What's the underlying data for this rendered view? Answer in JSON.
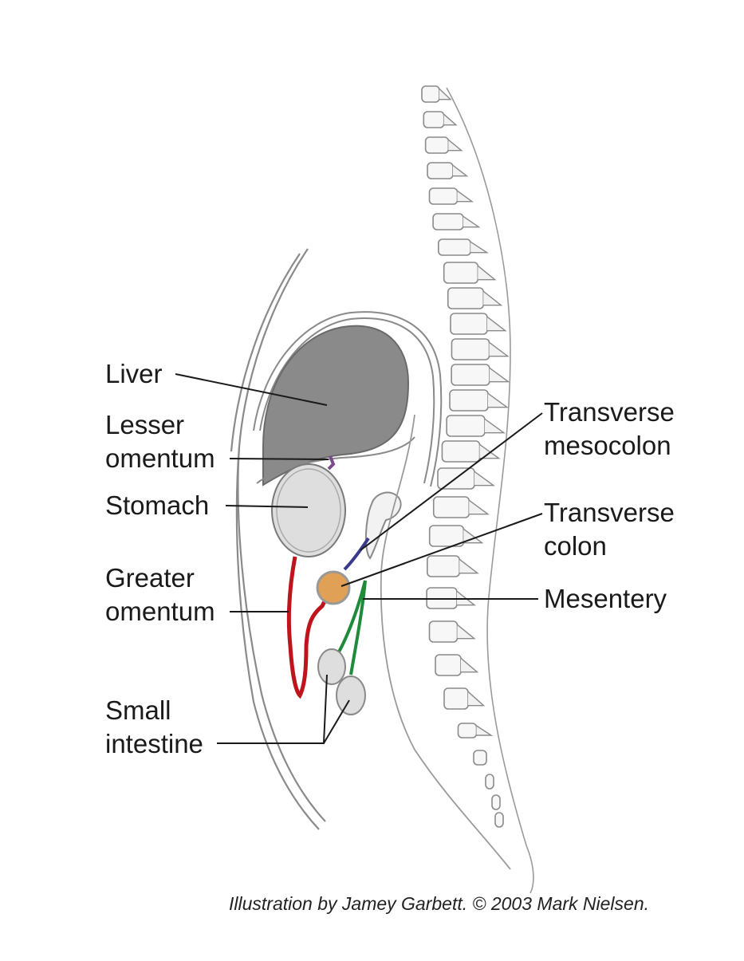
{
  "labels": {
    "liver": "Liver",
    "lesser_omentum": [
      "Lesser",
      "omentum"
    ],
    "stomach": "Stomach",
    "greater_omentum": [
      "Greater",
      "omentum"
    ],
    "small_intestine": [
      "Small",
      "intestine"
    ],
    "transverse_mesocolon": [
      "Transverse",
      "mesocolon"
    ],
    "transverse_colon": [
      "Transverse",
      "colon"
    ],
    "mesentery": "Mesentery"
  },
  "credit": "Illustration by Jamey Garbett. © 2003 Mark Nielsen.",
  "colors": {
    "liver": "#8a8a8a",
    "stomach": "#dedede",
    "lesser_omentum": "#7a4a8c",
    "greater_omentum": "#c0141c",
    "transverse_mesocolon": "#3a3a8c",
    "transverse_colon": "#e0a055",
    "mesentery": "#1f8a3a",
    "outline": "#7a7a7a",
    "leader": "#1a1a1a"
  }
}
